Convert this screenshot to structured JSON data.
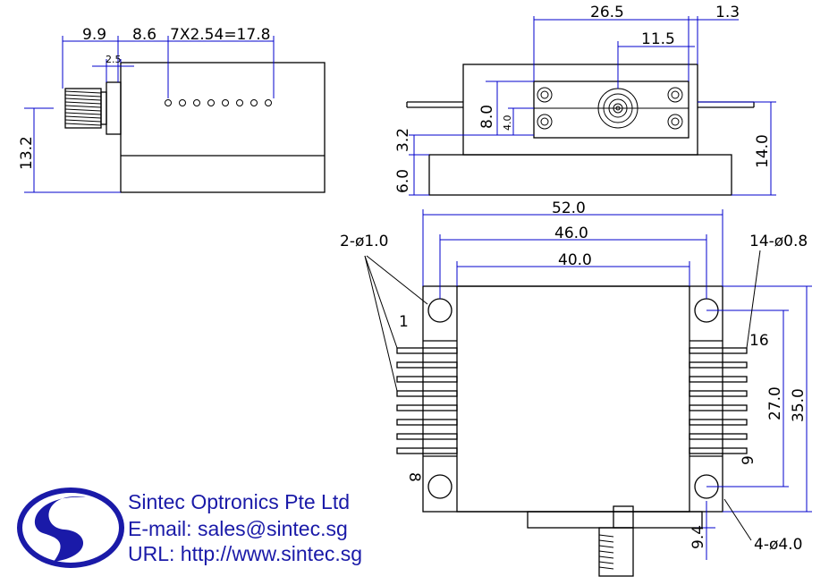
{
  "side_view": {
    "dim_left": "9.9",
    "dim_mid": "8.6",
    "dim_pins": "7X2.54=17.8",
    "dim_small": "2.5",
    "dim_height": "13.2"
  },
  "end_view": {
    "dim_width": "26.5",
    "dim_flange": "1.3",
    "dim_center": "11.5",
    "dim_8": "8.0",
    "dim_4": "4.0",
    "dim_32": "3.2",
    "dim_6": "6.0",
    "dim_14": "14.0"
  },
  "top_view": {
    "dim_52": "52.0",
    "dim_46": "46.0",
    "dim_40": "40.0",
    "holes_small": "2-ø1.0",
    "holes_pins": "14-ø0.8",
    "holes_large": "4-ø4.0",
    "dim_27": "27.0",
    "dim_35": "35.0",
    "dim_94": "9.4",
    "pin_1": "1",
    "pin_8": "8",
    "pin_9": "9",
    "pin_16": "16"
  },
  "company": {
    "name": "Sintec Optronics Pte Ltd",
    "email": "E-mail: sales@sintec.sg",
    "url": "URL: http://www.sintec.sg"
  },
  "colors": {
    "logo_blue": "#1a1aa8",
    "dimension_blue": "#0000cc"
  }
}
